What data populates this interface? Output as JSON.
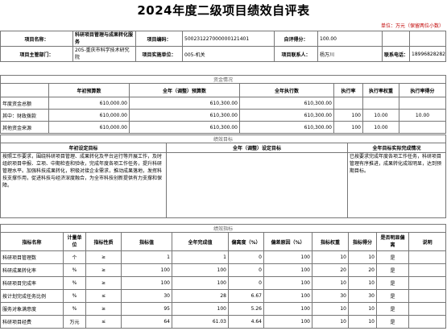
{
  "header": {
    "title": "2024年度二级项目绩效自评表",
    "unit_label": "单位：万元（保留两位小数）"
  },
  "info": {
    "project_name_label": "项目名称：",
    "project_name": "科研项目管理与成果转化服务",
    "project_code_label": "项目编码：",
    "project_code": "500231227000000121401",
    "score_label": "自评得分：",
    "score": "100.00",
    "dept_label": "项目主管部门：",
    "dept": "205-重庆市科学技术研究院",
    "unit_label": "项目实施单位：",
    "unit": "005-机关",
    "contact_label": "项目联系人：",
    "contact": "杨万川",
    "phone_label": "联系电话：",
    "phone": "18996828282"
  },
  "funding": {
    "section": "资金情况",
    "headers": [
      "年初预算数",
      "全年（调整）预算数",
      "全年执行数",
      "执行率",
      "执行率权重",
      "执行率得分"
    ],
    "rows": [
      {
        "label": "年度资金总额",
        "initial": "610,000.00",
        "adjusted": "610,300.00",
        "executed": "610,300.00",
        "rate": "",
        "weight": "",
        "score": ""
      },
      {
        "label": "其中：财政拨款",
        "initial": "610,000.00",
        "adjusted": "610,300.00",
        "executed": "610,300.00",
        "rate": "100",
        "weight": "10.00",
        "score": "10.00"
      },
      {
        "label": "其他资金来源",
        "initial": "610,000.00",
        "adjusted": "610,300.00",
        "executed": "610,300.00",
        "rate": "100",
        "weight": "10.00",
        "score": ""
      }
    ]
  },
  "goals": {
    "section": "绩效目标",
    "col_planned": "年初设定目标",
    "col_adjusted": "全年（调整）设定目标",
    "col_actual": "全年目标实际完成情况",
    "planned": "按照工作要求，围绕科研项目管理、成果转化及平台运行等开展工作，及时组织项目申报、立项、中期检查和验收，完成年度各项工作任务，提升科研管理水平。加强科技成果转化，积极对接企业需求，推动成果落地，发挥科技支撑作用，促进科技与经济深度融合，为全市科技创新提供有力支撑和保障。",
    "adjusted": "",
    "actual": "已按要求完成年度各项工作任务，科研项目管理有序推进，成果转化成效明显，达到预期目标。"
  },
  "indicators": {
    "section": "绩效指标",
    "headers": [
      "指标名称",
      "计量单位",
      "指标性质",
      "指标值",
      "全年完成值",
      "偏离度（%）",
      "偏差原因（%）",
      "指标权重",
      "指标得分",
      "是否明显偏离",
      "说明"
    ],
    "rows": [
      {
        "name": "科研项目管理数",
        "unit": "个",
        "nature": "≥",
        "target": "1",
        "actual": "1",
        "dev": "0",
        "reason": "100",
        "weight": "10",
        "score": "10",
        "obvious": "是",
        "note": ""
      },
      {
        "name": "科研成果转化率",
        "unit": "%",
        "nature": "≥",
        "target": "100",
        "actual": "100",
        "dev": "0",
        "reason": "100",
        "weight": "20",
        "score": "20",
        "obvious": "是",
        "note": ""
      },
      {
        "name": "科研项目完成率",
        "unit": "%",
        "nature": "≥",
        "target": "100",
        "actual": "100",
        "dev": "0",
        "reason": "100",
        "weight": "10",
        "score": "10",
        "obvious": "是",
        "note": ""
      },
      {
        "name": "按计划完成任务比例",
        "unit": "%",
        "nature": "≤",
        "target": "30",
        "actual": "28",
        "dev": "6.67",
        "reason": "100",
        "weight": "30",
        "score": "30",
        "obvious": "是",
        "note": ""
      },
      {
        "name": "服务对象满意度",
        "unit": "%",
        "nature": "≥",
        "target": "95",
        "actual": "100",
        "dev": "5.26",
        "reason": "100",
        "weight": "10",
        "score": "10",
        "obvious": "是",
        "note": ""
      },
      {
        "name": "科研项目经费",
        "unit": "万元",
        "nature": "≤",
        "target": "64",
        "actual": "61.03",
        "dev": "4.64",
        "reason": "100",
        "weight": "10",
        "score": "10",
        "obvious": "是",
        "note": ""
      }
    ]
  }
}
